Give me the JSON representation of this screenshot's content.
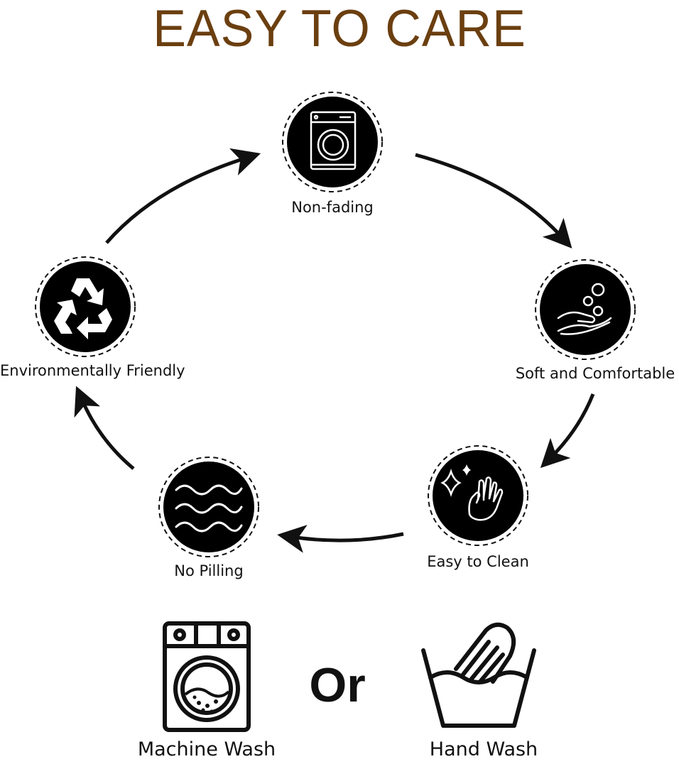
{
  "title": "EASY TO CARE",
  "colors": {
    "title": "#6b3f10",
    "badge": "#000000"
  },
  "features": [
    {
      "label": "Non-fading",
      "icon": "washing-machine-icon"
    },
    {
      "label": "Soft and Comfortable",
      "icon": "hand-bubbles-icon"
    },
    {
      "label": "Easy to Clean",
      "icon": "sparkle-hand-icon"
    },
    {
      "label": "No Pilling",
      "icon": "waves-icon"
    },
    {
      "label": "Environmentally Friendly",
      "icon": "recycle-icon"
    }
  ],
  "wash": {
    "machine_label": "Machine Wash",
    "or_label": "Or",
    "hand_label": "Hand Wash"
  }
}
